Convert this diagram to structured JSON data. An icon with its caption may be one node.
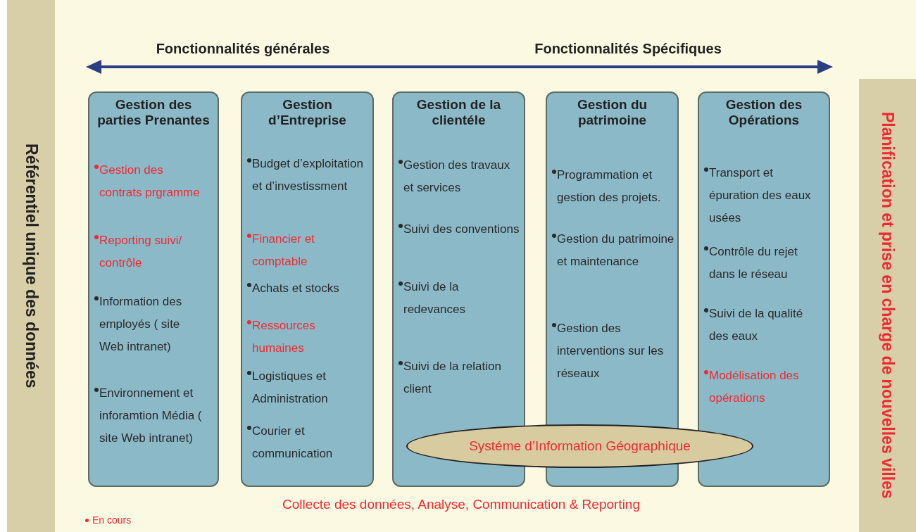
{
  "diagram": {
    "nodes": [
      {
        "text": [
          "Référentiel unique des données"
        ]
      },
      {
        "text": [
          "Gestion des parties Prenantes",
          "Gestion des contrats prgramme",
          "Reporting suivi/ contrôle",
          "Information des employés ( site Web intranet)",
          "Environnement et inforamtion Média ( site Web intranet)"
        ]
      },
      {
        "text": [
          "Gestion d’Entreprise",
          "Budget d’exploitation et d’investissment",
          "Financier et comptable",
          "Achats et stocks",
          "Ressources humaines",
          "Logistiques et Administration",
          "Courier et communication"
        ]
      },
      {
        "text": [
          "Gestion de la clientéle",
          "Gestion des travaux et services",
          "Suivi des conventions",
          "Suivi de la redevances",
          "Suivi de la relation client"
        ]
      },
      {
        "text": [
          "Gestion du patrimoine",
          "Programmation et gestion des projets.",
          "Gestion du patrimoine et maintenance",
          "Gestion des interventions sur les réseaux"
        ]
      },
      {
        "text": [
          "Gestion des Opérations",
          "Transport et épuration des eaux usées",
          "Contrôle du rejet dans le réseau",
          "Suivi de la qualité des eaux",
          "Modélisation des opérations"
        ]
      },
      {
        "text": [
          "Systéme d’Information Géographique"
        ]
      },
      {
        "text": [
          "Planification et prise en charge de nouvelles villes"
        ]
      }
    ],
    "labels": [
      "Fonctionnalités générales",
      "Fonctionnalités Spécifiques",
      "Collecte des données, Analyse, Communication & Reporting"
    ],
    "legend": [
      {
        "text": "En cours",
        "color": "#ee2a32"
      }
    ]
  }
}
